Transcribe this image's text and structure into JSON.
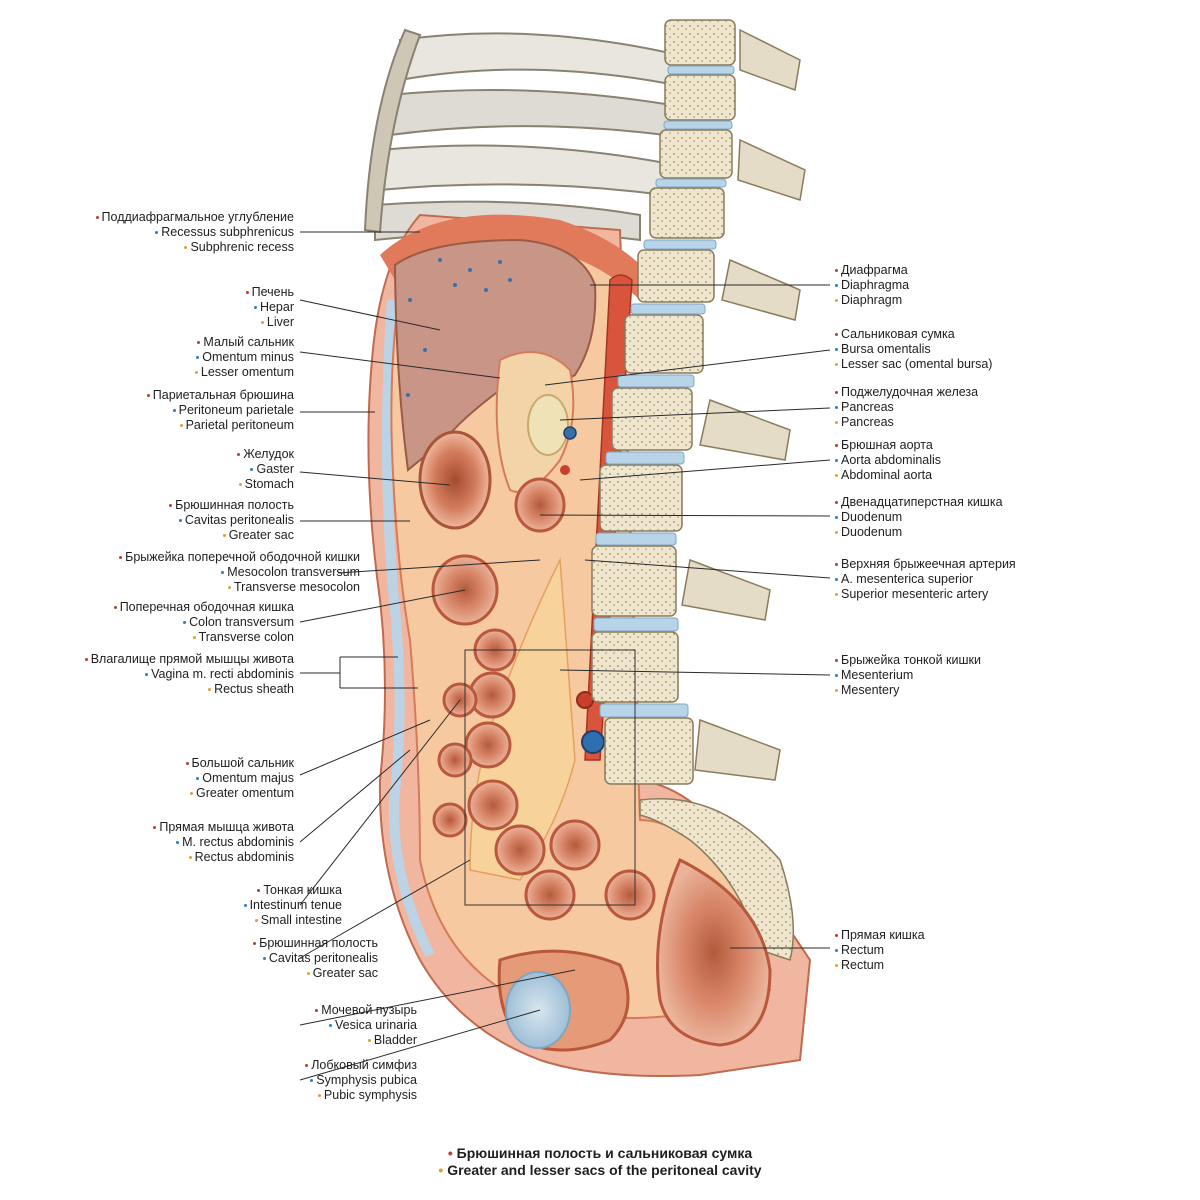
{
  "left_labels": [
    {
      "id": "subphrenic",
      "ru": "Поддиафрагмальное углубление",
      "la": "Recessus subphrenicus",
      "en": "Subphrenic recess"
    },
    {
      "id": "liver",
      "ru": "Печень",
      "la": "Hepar",
      "en": "Liver"
    },
    {
      "id": "lesser-omentum",
      "ru": "Малый сальник",
      "la": "Omentum minus",
      "en": "Lesser omentum"
    },
    {
      "id": "parietal-peritoneum",
      "ru": "Париетальная брюшина",
      "la": "Peritoneum parietale",
      "en": "Parietal peritoneum"
    },
    {
      "id": "stomach",
      "ru": "Желудок",
      "la": "Gaster",
      "en": "Stomach"
    },
    {
      "id": "peritoneal-cavity-1",
      "ru": "Брюшинная полость",
      "la": "Cavitas peritonealis",
      "en": "Greater sac"
    },
    {
      "id": "transverse-mesocolon",
      "ru": "Брыжейка поперечной ободочной кишки",
      "la": "Mesocolon transversum",
      "en": "Transverse mesocolon"
    },
    {
      "id": "transverse-colon",
      "ru": "Поперечная ободочная кишка",
      "la": "Colon transversum",
      "en": "Transverse colon"
    },
    {
      "id": "rectus-sheath",
      "ru": "Влагалище прямой мышцы живота",
      "la": "Vagina m. recti abdominis",
      "en": "Rectus sheath"
    },
    {
      "id": "greater-omentum",
      "ru": "Большой сальник",
      "la": "Omentum majus",
      "en": "Greater omentum"
    },
    {
      "id": "rectus-abdominis",
      "ru": "Прямая мышца живота",
      "la": "M. rectus abdominis",
      "en": "Rectus abdominis"
    },
    {
      "id": "small-intestine",
      "ru": "Тонкая кишка",
      "la": "Intestinum tenue",
      "en": "Small intestine"
    },
    {
      "id": "peritoneal-cavity-2",
      "ru": "Брюшинная полость",
      "la": "Cavitas peritonealis",
      "en": "Greater sac"
    },
    {
      "id": "bladder",
      "ru": "Мочевой пузырь",
      "la": "Vesica urinaria",
      "en": "Bladder"
    },
    {
      "id": "pubic-symphysis",
      "ru": "Лобковый симфиз",
      "la": "Symphysis pubica",
      "en": "Pubic symphysis"
    }
  ],
  "right_labels": [
    {
      "id": "diaphragm",
      "ru": "Диафрагма",
      "la": "Diaphragma",
      "en": "Diaphragm"
    },
    {
      "id": "lesser-sac",
      "ru": "Сальниковая сумка",
      "la": "Bursa omentalis",
      "en": "Lesser sac (omental bursa)"
    },
    {
      "id": "pancreas",
      "ru": "Поджелудочная железа",
      "la": "Pancreas",
      "en": "Pancreas"
    },
    {
      "id": "abdominal-aorta",
      "ru": "Брюшная аорта",
      "la": "Aorta abdominalis",
      "en": "Abdominal aorta"
    },
    {
      "id": "duodenum",
      "ru": "Двенадцатиперстная кишка",
      "la": "Duodenum",
      "en": "Duodenum"
    },
    {
      "id": "superior-mesenteric-artery",
      "ru": "Верхняя брыжеечная артерия",
      "la": "A. mesenterica superior",
      "en": "Superior mesenteric artery"
    },
    {
      "id": "mesentery",
      "ru": "Брыжейка тонкой кишки",
      "la": "Mesenterium",
      "en": "Mesentery"
    },
    {
      "id": "rectum",
      "ru": "Прямая кишка",
      "la": "Rectum",
      "en": "Rectum"
    }
  ],
  "caption": {
    "ru": "Брюшинная полость и сальниковая сумка",
    "en": "Greater and lesser sacs of the peritoneal cavity"
  },
  "colors": {
    "russian_bullet": "#c0392b",
    "latin_bullet": "#2e7bbd",
    "english_bullet": "#e0a030",
    "peritoneum": "#e8906a",
    "organ": "#d98a6c",
    "bone": "#ece4cf",
    "disc": "#b8d4e8"
  }
}
